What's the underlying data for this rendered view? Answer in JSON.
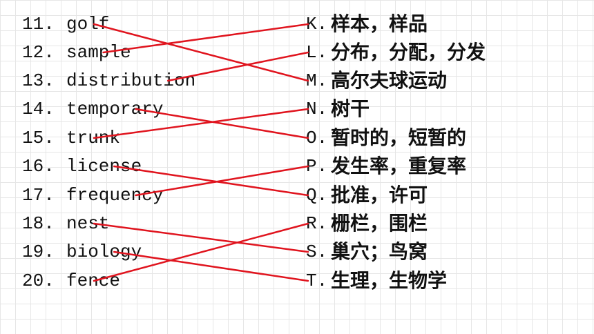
{
  "exercise": {
    "words": [
      {
        "number": "11.",
        "word": "golf"
      },
      {
        "number": "12.",
        "word": "sample"
      },
      {
        "number": "13.",
        "word": "distribution"
      },
      {
        "number": "14.",
        "word": "temporary"
      },
      {
        "number": "15.",
        "word": "trunk"
      },
      {
        "number": "16.",
        "word": "license"
      },
      {
        "number": "17.",
        "word": "frequency"
      },
      {
        "number": "18.",
        "word": "nest"
      },
      {
        "number": "19.",
        "word": "biology"
      },
      {
        "number": "20.",
        "word": "fence"
      }
    ],
    "meanings": [
      {
        "letter": "K.",
        "text": "样本，样品"
      },
      {
        "letter": "L.",
        "text": "分布，分配，分发"
      },
      {
        "letter": "M.",
        "text": "高尔夫球运动"
      },
      {
        "letter": "N.",
        "text": "树干"
      },
      {
        "letter": "O.",
        "text": "暂时的，短暂的"
      },
      {
        "letter": "P.",
        "text": "发生率，重复率"
      },
      {
        "letter": "Q.",
        "text": "批准，许可"
      },
      {
        "letter": "R.",
        "text": "栅栏，围栏"
      },
      {
        "letter": "S.",
        "text": "巢穴；鸟窝"
      },
      {
        "letter": "T.",
        "text": "生理，生物学"
      }
    ],
    "matches": [
      {
        "word": 0,
        "meaning": 2
      },
      {
        "word": 1,
        "meaning": 0
      },
      {
        "word": 2,
        "meaning": 1
      },
      {
        "word": 3,
        "meaning": 4
      },
      {
        "word": 4,
        "meaning": 3
      },
      {
        "word": 5,
        "meaning": 6
      },
      {
        "word": 6,
        "meaning": 5
      },
      {
        "word": 7,
        "meaning": 8
      },
      {
        "word": 8,
        "meaning": 9
      },
      {
        "word": 9,
        "meaning": 7
      }
    ],
    "line_color": "#e0141e"
  }
}
